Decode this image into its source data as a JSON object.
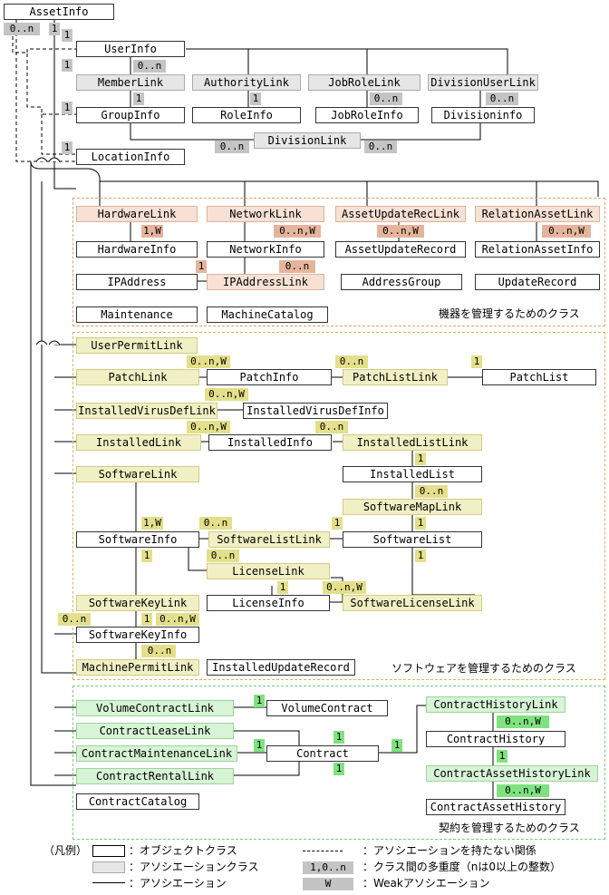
{
  "classes": {
    "AssetInfo": "AssetInfo",
    "UserInfo": "UserInfo",
    "MemberLink": "MemberLink",
    "AuthorityLink": "AuthorityLink",
    "JobRoleLink": "JobRoleLink",
    "DivisionUserLink": "DivisionUserLink",
    "GroupInfo": "GroupInfo",
    "RoleInfo": "RoleInfo",
    "JobRoleInfo": "JobRoleInfo",
    "Divisioninfo": "Divisioninfo",
    "DivisionLink": "DivisionLink",
    "LocationInfo": "LocationInfo",
    "HardwareLink": "HardwareLink",
    "NetworkLink": "NetworkLink",
    "AssetUpdateRecLink": "AssetUpdateRecLink",
    "RelationAssetLink": "RelationAssetLink",
    "HardwareInfo": "HardwareInfo",
    "NetworkInfo": "NetworkInfo",
    "AssetUpdateRecord": "AssetUpdateRecord",
    "RelationAssetInfo": "RelationAssetInfo",
    "IPAddress": "IPAddress",
    "IPAddressLink": "IPAddressLink",
    "AddressGroup": "AddressGroup",
    "UpdateRecord": "UpdateRecord",
    "Maintenance": "Maintenance",
    "MachineCatalog": "MachineCatalog",
    "UserPermitLink": "UserPermitLink",
    "PatchLink": "PatchLink",
    "PatchInfo": "PatchInfo",
    "PatchListLink": "PatchListLink",
    "PatchList": "PatchList",
    "InstalledVirusDefLink": "InstalledVirusDefLink",
    "InstalledVirusDefInfo": "InstalledVirusDefInfo",
    "InstalledLink": "InstalledLink",
    "InstalledInfo": "InstalledInfo",
    "InstalledListLink": "InstalledListLink",
    "InstalledList": "InstalledList",
    "SoftwareLink": "SoftwareLink",
    "SoftwareMapLink": "SoftwareMapLink",
    "SoftwareInfo": "SoftwareInfo",
    "SoftwareListLink": "SoftwareListLink",
    "SoftwareList": "SoftwareList",
    "LicenseLink": "LicenseLink",
    "LicenseInfo": "LicenseInfo",
    "SoftwareLicenseLink": "SoftwareLicenseLink",
    "SoftwareKeyLink": "SoftwareKeyLink",
    "SoftwareKeyInfo": "SoftwareKeyInfo",
    "MachinePermitLink": "MachinePermitLink",
    "InstalledUpdateRecord": "InstalledUpdateRecord",
    "VolumeContractLink": "VolumeContractLink",
    "VolumeContract": "VolumeContract",
    "ContractLeaseLink": "ContractLeaseLink",
    "ContractMaintenanceLink": "ContractMaintenanceLink",
    "ContractRentalLink": "ContractRentalLink",
    "Contract": "Contract",
    "ContractCatalog": "ContractCatalog",
    "ContractHistoryLink": "ContractHistoryLink",
    "ContractHistory": "ContractHistory",
    "ContractAssetHistoryLink": "ContractAssetHistoryLink",
    "ContractAssetHistory": "ContractAssetHistory"
  },
  "multiplicity": {
    "zero_n": "0..n",
    "one": "1",
    "one_w": "1,W",
    "zero_n_w": "0..n,W"
  },
  "regions": {
    "hardware": "機器を管理するためのクラス",
    "software": "ソフトウェアを管理するためのクラス",
    "contract": "契約を管理するためのクラス"
  },
  "legend": {
    "title": "（凡例）",
    "object_class": "：オブジェクトクラス",
    "association_class": "：アソシエーションクラス",
    "association": "：アソシエーション",
    "no_association": "：アソシエーションを持たない関係",
    "multiplicity_sample": "1,0..n",
    "multiplicity_desc": "：クラス間の多重度（nは0以上の整数）",
    "weak_sample": "W",
    "weak_desc": "：Weakアソシエーション"
  },
  "colors": {
    "hardware": "#f7e1d4",
    "software": "#f1f0c4",
    "contract": "#d7f4d6",
    "association": "#e6e6e6"
  }
}
